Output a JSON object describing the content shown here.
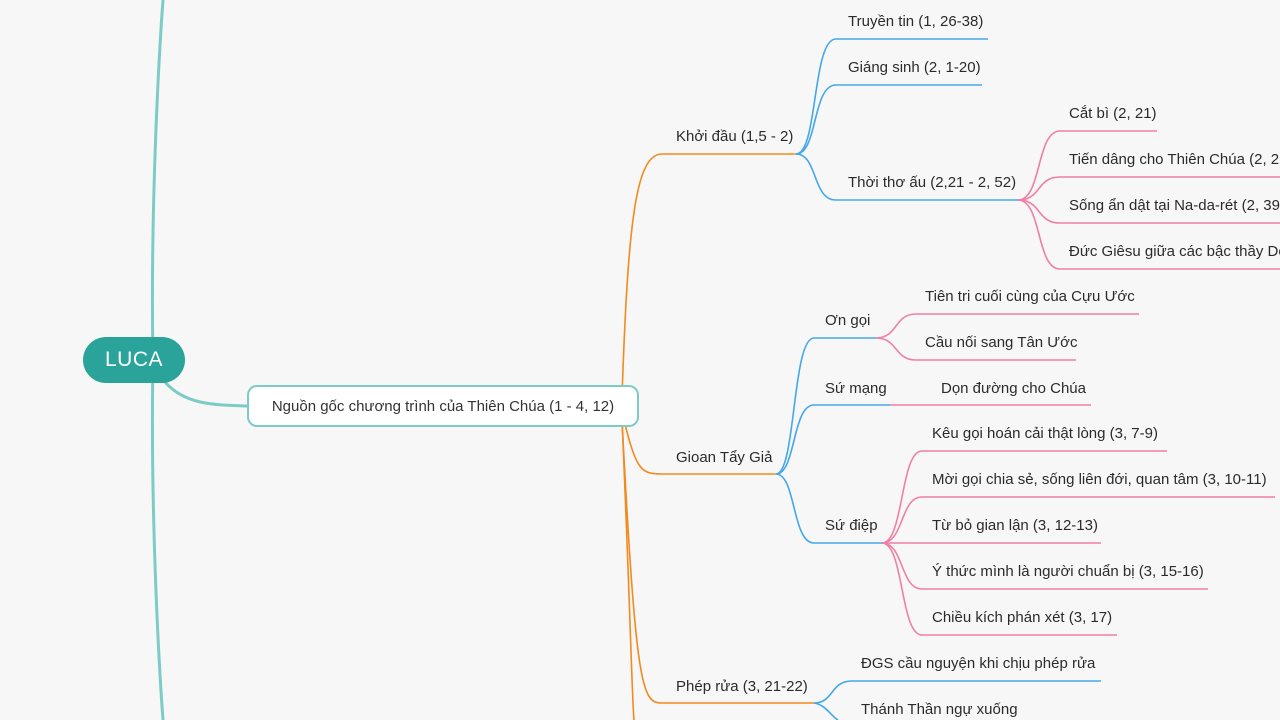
{
  "root": {
    "label": "LUCA"
  },
  "main_topic": {
    "label": "Nguồn gốc chương trình của Thiên Chúa (1 - 4, 12)"
  },
  "branches": {
    "khoi_dau": {
      "label": "Khởi đầu (1,5 - 2)",
      "children": {
        "truyen_tin": "Truyền tin (1, 26-38)",
        "giang_sinh": "Giáng sinh (2, 1-20)",
        "thoi_tho_au": {
          "label": "Thời thơ ấu (2,21 - 2, 52)",
          "children": {
            "cat_bi": "Cắt bì (2, 21)",
            "tien_dang": "Tiến dâng cho Thiên Chúa (2, 2",
            "song_an_dat": "Sống ẩn dật tại Na-da-rét (2, 39",
            "duc_giesu": "Đức Giêsu giữa các bậc thầy Do"
          }
        }
      }
    },
    "gioan": {
      "label": "Gioan Tẩy Giả",
      "children": {
        "on_goi": {
          "label": "Ơn gọi",
          "children": {
            "tien_tri": "Tiên tri cuối cùng của Cựu Ước",
            "cau_noi": "Cầu nối sang Tân Ước"
          }
        },
        "su_mang": {
          "label": "Sứ mạng",
          "children": {
            "don_duong": "Dọn đường cho Chúa"
          }
        },
        "su_diep": {
          "label": "Sứ điệp",
          "children": {
            "keu_goi": "Kêu gọi hoán cải thật lòng (3, 7-9)",
            "moi_goi": "Mời gọi chia sẻ, sống liên đới, quan tâm (3, 10-11)",
            "tu_bo": "Từ bỏ gian lận (3, 12-13)",
            "y_thuc": "Ý thức mình là người chuẩn bị (3, 15-16)",
            "chieu_kich": "Chiều kích phán xét (3, 17)"
          }
        }
      }
    },
    "phep_rua": {
      "label": "Phép rửa (3, 21-22)",
      "children": {
        "dgs_cau_nguyen": "ĐGS cầu nguyện khi chịu phép rửa",
        "thanh_than": "Thánh Thần ngự xuống"
      }
    }
  },
  "colors": {
    "background": "#f7f7f7",
    "root_fill": "#2aa39a",
    "main_border": "#7dcbc6",
    "teal_link": "#7dcbc6",
    "orange_link": "#f28a1e",
    "blue_link": "#43a8ea",
    "pink_link": "#f07fa6"
  }
}
